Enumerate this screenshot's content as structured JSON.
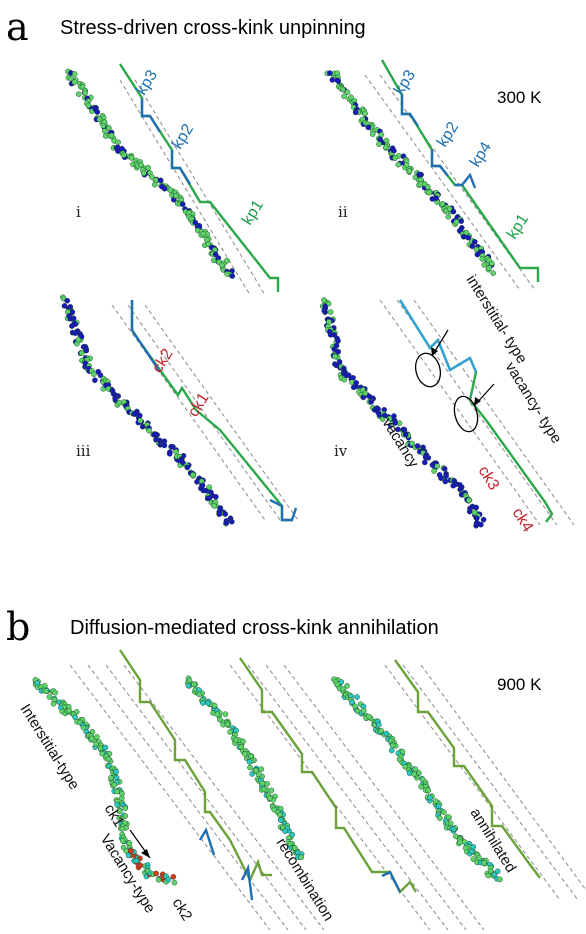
{
  "panel_a": {
    "letter": "a",
    "title": "Stress-driven cross-kink unpinning",
    "temperature": "300 K",
    "subpanels": {
      "i": {
        "label": "i"
      },
      "ii": {
        "label": "ii"
      },
      "iii": {
        "label": "iii"
      },
      "iv": {
        "label": "iv"
      }
    },
    "kink_labels": {
      "i_kp3": "kp3",
      "i_kp2": "kp2",
      "i_kp1": "kp1",
      "ii_kp3": "kp3",
      "ii_kp2": "kp2",
      "ii_kp4": "kp4",
      "ii_kp1": "kp1",
      "iii_ck2": "ck2",
      "iii_ck1": "ck1",
      "iv_ck3": "ck3",
      "iv_ck4": "ck4"
    },
    "annotations": {
      "interstitial_type": "interstitial- type",
      "vacancy_type": "vacancy- type",
      "vacancy": "vacancy"
    }
  },
  "panel_b": {
    "letter": "b",
    "title": "Diffusion-mediated cross-kink annihilation",
    "temperature": "900 K",
    "annotations": {
      "interstitial_type": "Interstitial-type",
      "ck1": "ck1",
      "vacancy_type": "Vacancy-type",
      "ck2": "ck2",
      "recombination": "recombination",
      "annihilated": "annihilated"
    }
  },
  "colors": {
    "kp_blue": "#1f6fb2",
    "kp_green": "#1f9e4a",
    "ck_red": "#c0272d",
    "atom_dark_blue": "#1a1ab8",
    "atom_light_green": "#5fd36a",
    "atom_cyan": "#2fc6c0",
    "atom_red": "#d83a1e"
  }
}
